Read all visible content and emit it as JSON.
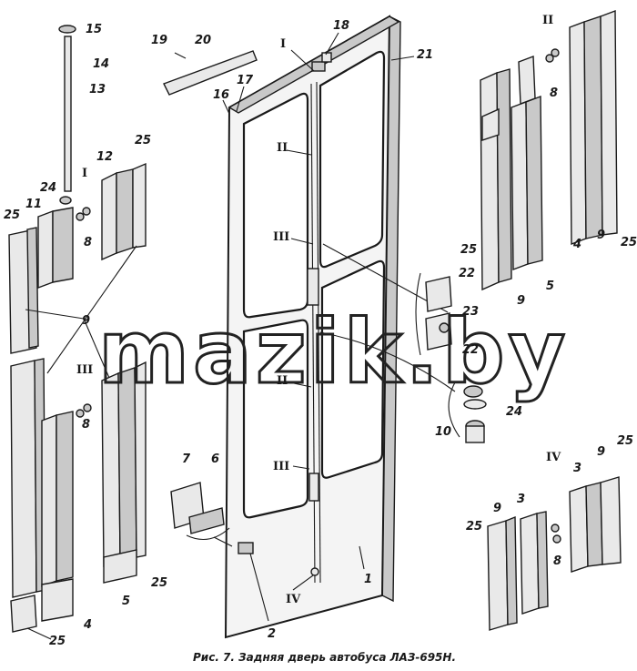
{
  "figure": {
    "caption": "Рис. 7. Задняя дверь автобуса ЛАЗ-695Н.",
    "watermark": "mazik.by"
  },
  "callouts": {
    "n1": "1",
    "n2": "2",
    "n3a": "3",
    "n3b": "3",
    "n4a": "4",
    "n4b": "4",
    "n5a": "5",
    "n5b": "5",
    "n6": "6",
    "n7": "7",
    "n8a": "8",
    "n8b": "8",
    "n8c": "8",
    "n8d": "8",
    "n9a": "9",
    "n9b": "9",
    "n9c": "9",
    "n9d": "9",
    "n9e": "9",
    "n10": "10",
    "n11": "11",
    "n12": "12",
    "n13": "13",
    "n14": "14",
    "n15": "15",
    "n16": "16",
    "n17": "17",
    "n18": "18",
    "n19": "19",
    "n20": "20",
    "n21": "21",
    "n22a": "22",
    "n22b": "22",
    "n23": "23",
    "n24a": "24",
    "n24b": "24",
    "n25a": "25",
    "n25b": "25",
    "n25c": "25",
    "n25d": "25",
    "n25e": "25",
    "n25f": "25",
    "n25g": "25"
  },
  "section_marks": {
    "I_door": "I",
    "II_door_top": "II",
    "III_door_top": "III",
    "II_door_bottom": "II",
    "III_door_bottom": "III",
    "IV_door": "IV",
    "I_left": "I",
    "III_left": "III",
    "II_right": "II",
    "IV_right": "IV"
  }
}
